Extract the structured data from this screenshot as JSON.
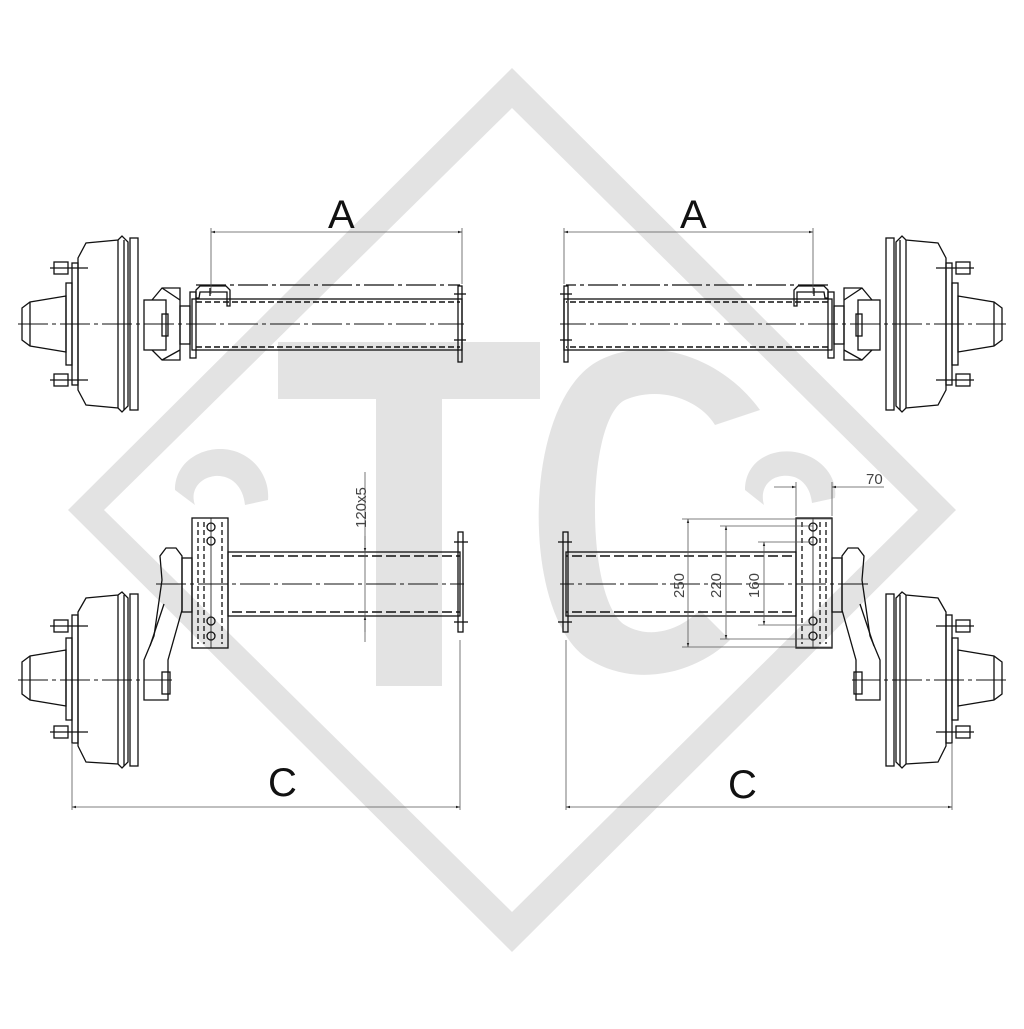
{
  "drawing": {
    "title": "Trailer axle technical drawing",
    "views": [
      {
        "id": "top-left",
        "description": "Axle half, straight tube with U-bolt clamp, brake drum on left"
      },
      {
        "id": "top-right",
        "description": "Axle half, straight tube with U-bolt clamp, brake drum on right"
      },
      {
        "id": "bottom-left",
        "description": "Torsion axle half with swing arm, mounting bracket, brake drum on left"
      },
      {
        "id": "bottom-right",
        "description": "Torsion axle half with swing arm, mounting bracket, brake drum on right"
      }
    ],
    "dimensions": {
      "top_left_label": "A",
      "top_right_label": "A",
      "bottom_left_label": "C",
      "bottom_right_label": "C",
      "tube_profile": "120x5",
      "bracket_width": "70",
      "hole_spacing_outer": "250",
      "hole_spacing_middle": "220",
      "hole_spacing_inner": "160"
    }
  },
  "watermark": {
    "letters": "TC",
    "shape": "diamond",
    "color": "#e3e3e3"
  },
  "colors": {
    "background": "#ffffff",
    "line": "#111111",
    "dim_line": "#555555",
    "watermark": "#e3e3e3"
  }
}
